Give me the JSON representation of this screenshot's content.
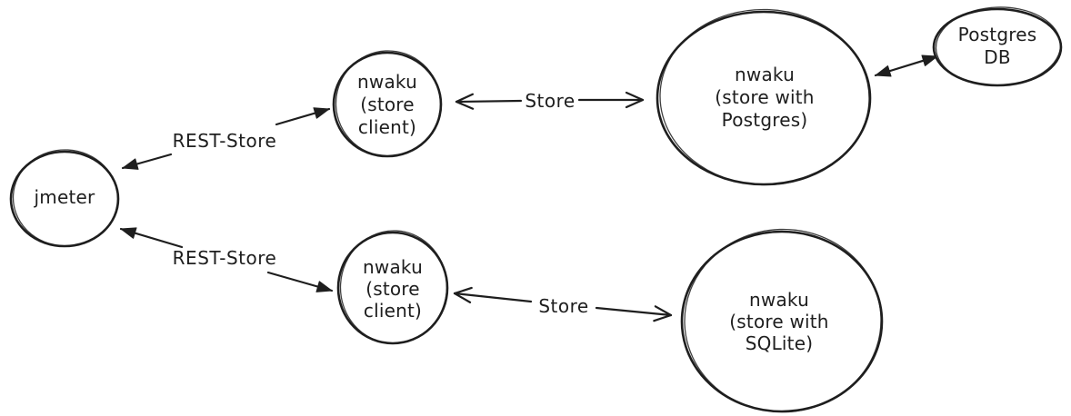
{
  "diagram": {
    "background_color": "#ffffff",
    "stroke_color": "#1e1e1e",
    "text_color": "#1e1e1e",
    "nodes": [
      {
        "id": "jmeter",
        "shape": "ellipse",
        "lines": [
          "jmeter"
        ]
      },
      {
        "id": "nwaku-store-client-top",
        "shape": "ellipse",
        "lines": [
          "nwaku",
          "(store",
          "client)"
        ]
      },
      {
        "id": "nwaku-store-postgres",
        "shape": "ellipse",
        "lines": [
          "nwaku",
          "(store with",
          "Postgres)"
        ]
      },
      {
        "id": "postgres-db",
        "shape": "ellipse",
        "lines": [
          "Postgres",
          "DB"
        ]
      },
      {
        "id": "nwaku-store-client-bottom",
        "shape": "ellipse",
        "lines": [
          "nwaku",
          "(store",
          "client)"
        ]
      },
      {
        "id": "nwaku-store-sqlite",
        "shape": "ellipse",
        "lines": [
          "nwaku",
          "(store with",
          "SQLite)"
        ]
      }
    ],
    "edges": [
      {
        "id": "rest-store-top",
        "from": "jmeter",
        "to": "nwaku-store-client-top",
        "label": "REST-Store",
        "arrowheads": "solid-both",
        "direction": "bidirectional"
      },
      {
        "id": "rest-store-bottom",
        "from": "jmeter",
        "to": "nwaku-store-client-bottom",
        "label": "REST-Store",
        "arrowheads": "solid-both",
        "direction": "bidirectional"
      },
      {
        "id": "store-top",
        "from": "nwaku-store-client-top",
        "to": "nwaku-store-postgres",
        "label": "Store",
        "arrowheads": "open-both",
        "direction": "bidirectional"
      },
      {
        "id": "store-bottom",
        "from": "nwaku-store-client-bottom",
        "to": "nwaku-store-sqlite",
        "label": "Store",
        "arrowheads": "open-both",
        "direction": "bidirectional"
      },
      {
        "id": "postgres-link",
        "from": "nwaku-store-postgres",
        "to": "postgres-db",
        "label": "",
        "arrowheads": "solid-both",
        "direction": "bidirectional"
      }
    ]
  }
}
